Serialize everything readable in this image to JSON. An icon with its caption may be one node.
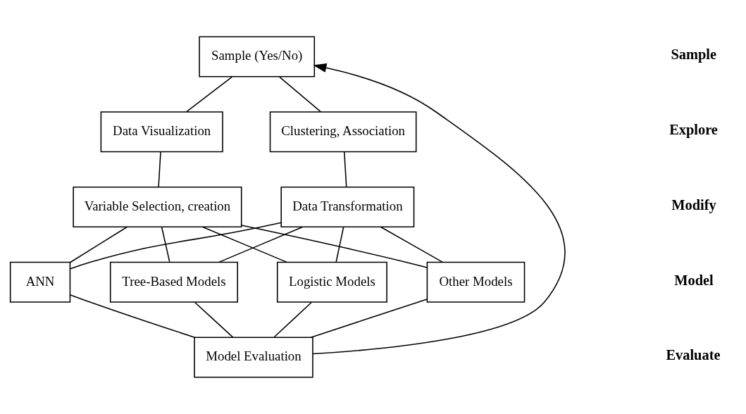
{
  "diagram": {
    "nodes": [
      {
        "text": [
          "Sample (Yes/No)"
        ]
      },
      {
        "text": [
          "Data Visualization"
        ]
      },
      {
        "text": [
          "Clustering, Association"
        ]
      },
      {
        "text": [
          "Variable Selection, creation"
        ]
      },
      {
        "text": [
          "Data Transformation"
        ]
      },
      {
        "text": [
          "ANN"
        ]
      },
      {
        "text": [
          "Tree-Based Models"
        ]
      },
      {
        "text": [
          "Logistic Models"
        ]
      },
      {
        "text": [
          "Other Models"
        ]
      },
      {
        "text": [
          "Model Evaluation"
        ]
      }
    ],
    "edges": [
      {
        "from": 0,
        "to": 1,
        "arrow": "none"
      },
      {
        "from": 0,
        "to": 2,
        "arrow": "none"
      },
      {
        "from": 1,
        "to": 3,
        "arrow": "none"
      },
      {
        "from": 2,
        "to": 4,
        "arrow": "none"
      },
      {
        "from": 3,
        "to": 5,
        "arrow": "none"
      },
      {
        "from": 3,
        "to": 6,
        "arrow": "none"
      },
      {
        "from": 3,
        "to": 7,
        "arrow": "none"
      },
      {
        "from": 3,
        "to": 8,
        "arrow": "none"
      },
      {
        "from": 4,
        "to": 5,
        "arrow": "none"
      },
      {
        "from": 4,
        "to": 6,
        "arrow": "none"
      },
      {
        "from": 4,
        "to": 7,
        "arrow": "none"
      },
      {
        "from": 4,
        "to": 8,
        "arrow": "none"
      },
      {
        "from": 5,
        "to": 9,
        "arrow": "none"
      },
      {
        "from": 6,
        "to": 9,
        "arrow": "none"
      },
      {
        "from": 7,
        "to": 9,
        "arrow": "none"
      },
      {
        "from": 8,
        "to": 9,
        "arrow": "none"
      },
      {
        "from": 9,
        "to": 0,
        "arrow": "to"
      }
    ],
    "labels": [
      "Sample",
      "Explore",
      "Modify",
      "Model",
      "Evaluate"
    ]
  }
}
